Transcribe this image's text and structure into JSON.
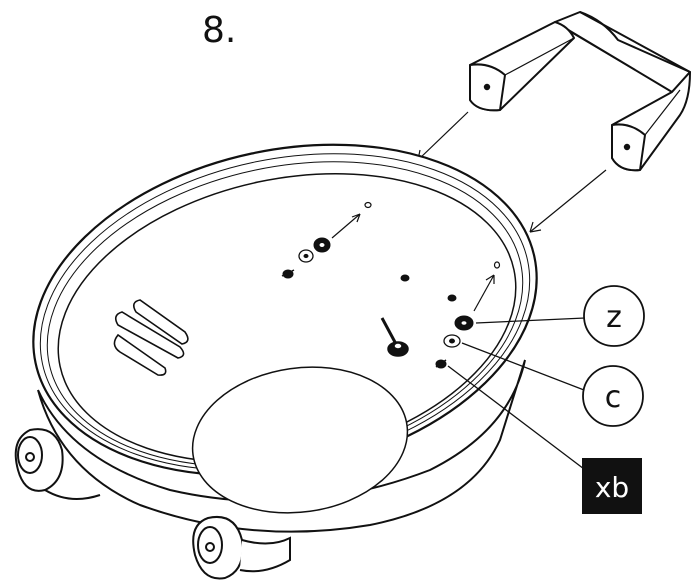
{
  "step": {
    "number": "8."
  },
  "callouts": {
    "z": "z",
    "c": "c",
    "xb": "xb"
  },
  "colors": {
    "line": "#111111",
    "fill_white": "#ffffff",
    "label_box": "#111111",
    "label_box_text": "#ffffff"
  },
  "parts": [
    {
      "id": "handle",
      "icon": "u-shaped-handle"
    },
    {
      "id": "bowl",
      "icon": "round-base-bowl"
    },
    {
      "id": "z",
      "icon": "black-washer"
    },
    {
      "id": "c",
      "icon": "flat-washer"
    },
    {
      "id": "xb",
      "icon": "screw"
    }
  ]
}
